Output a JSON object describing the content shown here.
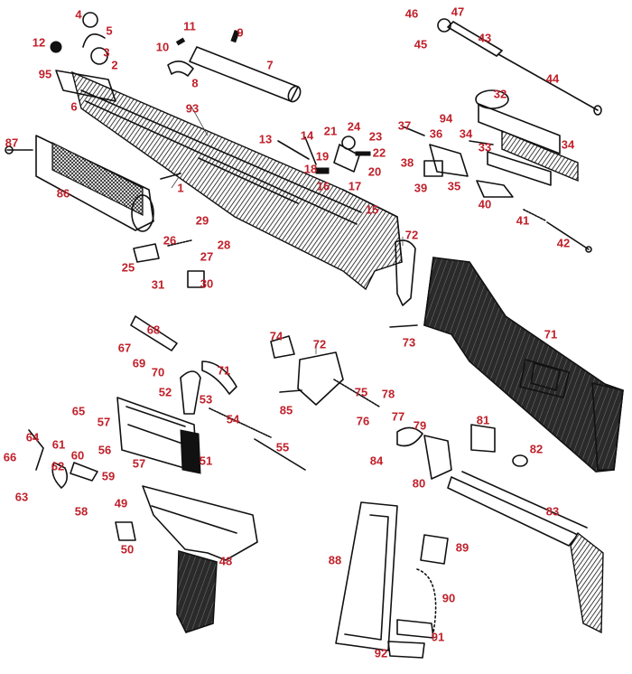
{
  "part_numbers": [
    "1",
    "2",
    "3",
    "4",
    "5",
    "6",
    "7",
    "8",
    "9",
    "10",
    "11",
    "12",
    "13",
    "14",
    "15",
    "16",
    "17",
    "18",
    "19",
    "20",
    "21",
    "22",
    "23",
    "24",
    "25",
    "26",
    "27",
    "28",
    "29",
    "30",
    "31",
    "32",
    "33",
    "34",
    "34",
    "35",
    "36",
    "37",
    "38",
    "39",
    "40",
    "41",
    "42",
    "43",
    "44",
    "45",
    "46",
    "47",
    "48",
    "49",
    "50",
    "51",
    "52",
    "53",
    "54",
    "55",
    "56",
    "57",
    "57",
    "58",
    "59",
    "60",
    "61",
    "62",
    "63",
    "64",
    "65",
    "66",
    "67",
    "68",
    "69",
    "70",
    "71",
    "71",
    "72",
    "72",
    "73",
    "74",
    "75",
    "76",
    "77",
    "78",
    "79",
    "80",
    "81",
    "82",
    "83",
    "84",
    "85",
    "86",
    "87",
    "88",
    "89",
    "90",
    "91",
    "92",
    "93",
    "94",
    "95"
  ],
  "colors": {
    "label": "#c0202a",
    "ink": "#111111",
    "background": "#ffffff"
  }
}
